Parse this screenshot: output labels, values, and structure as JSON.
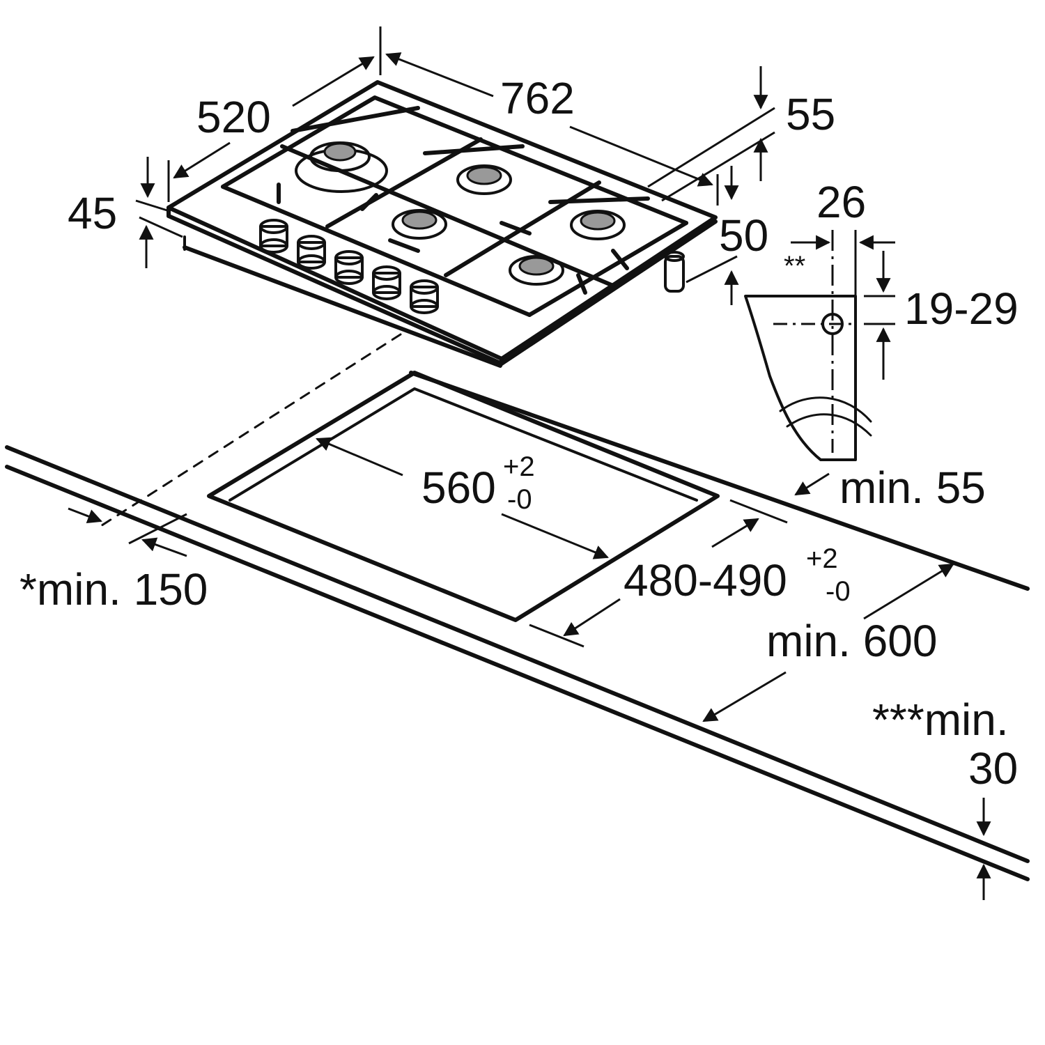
{
  "labels": {
    "width_762": "762",
    "depth_520": "520",
    "height_55": "55",
    "height_45": "45",
    "height_50": "50",
    "bracket_26": "26",
    "bracket_stars": "**",
    "bracket_19_29": "19-29",
    "cutout_560": "560",
    "cutout_560_tol_plus": "+2",
    "cutout_560_tol_minus": "-0",
    "cutout_480_490": "480-490",
    "cutout_480_tol_plus": "+2",
    "cutout_480_tol_minus": "-0",
    "min_55": "min. 55",
    "min_150": "*min. 150",
    "min_600": "min. 600",
    "min_30_line1": "***min.",
    "min_30_line2": "30"
  }
}
